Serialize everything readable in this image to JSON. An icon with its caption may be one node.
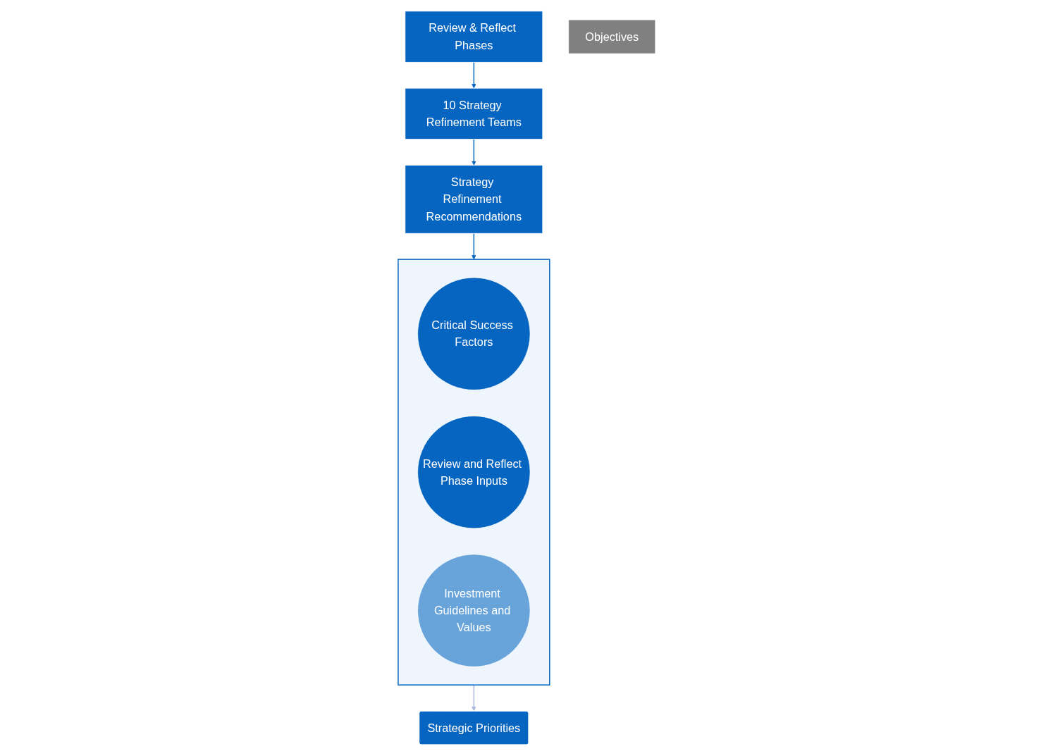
{
  "diagram": {
    "nodes": [
      {
        "text": [
          "Review & Reflect Phases"
        ]
      },
      {
        "text": [
          "10 Strategy Refinement Teams"
        ]
      },
      {
        "text": [
          "Strategy Refinement Recommendations"
        ]
      },
      {
        "text": [],
        "shape": "funnel"
      },
      {
        "text": [
          "Critical Success Factors"
        ],
        "in": 3
      },
      {
        "text": [
          "Review and Reflect Phase Inputs"
        ],
        "in": 3
      },
      {
        "text": [
          "Investment Guidelines and Values"
        ],
        "in": 3
      },
      {
        "text": [
          "Strategic Priorities"
        ]
      },
      {
        "text": [
          "Objectives"
        ]
      }
    ],
    "edges": [
      {
        "from": 0,
        "to": 1,
        "arrow": "to"
      },
      {
        "from": 1,
        "to": 2,
        "arrow": "to"
      },
      {
        "from": 2,
        "to": 3,
        "arrow": "to"
      },
      {
        "from": 3,
        "to": 7,
        "arrow": "to",
        "color": "#a9b7dc"
      }
    ]
  }
}
